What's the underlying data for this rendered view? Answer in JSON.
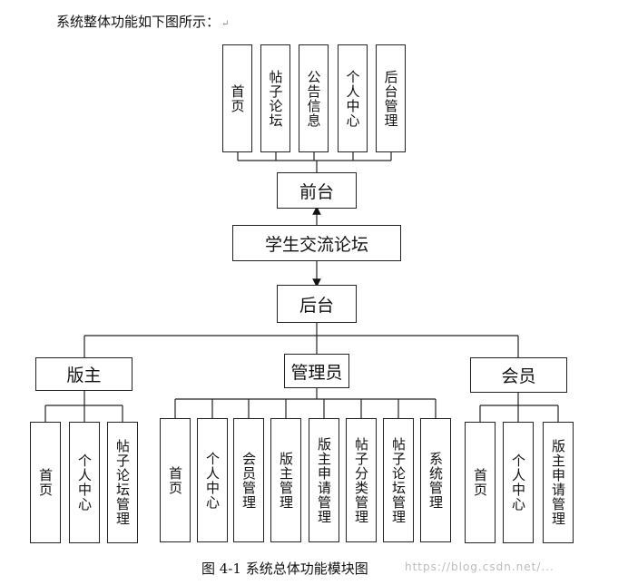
{
  "intro": "系统整体功能如下图所示：",
  "return_mark": "↵",
  "root": "学生交流论坛",
  "frontend": {
    "label": "前台",
    "items": [
      "首页",
      "帖子论坛",
      "公告信息",
      "个人中心",
      "后台管理"
    ]
  },
  "backend": {
    "label": "后台",
    "roles": [
      {
        "label": "版主",
        "items": [
          "首页",
          "个人中心",
          "帖子论坛管理"
        ]
      },
      {
        "label": "管理员",
        "items": [
          "首页",
          "个人中心",
          "会员管理",
          "版主管理",
          "版主申请管理",
          "帖子分类管理",
          "帖子论坛管理",
          "系统管理"
        ]
      },
      {
        "label": "会员",
        "items": [
          "首页",
          "个人中心",
          "版主申请管理"
        ]
      }
    ]
  },
  "caption": "图  4-1  系统总体功能模块图",
  "watermark": "https://blog.csdn.net/..."
}
